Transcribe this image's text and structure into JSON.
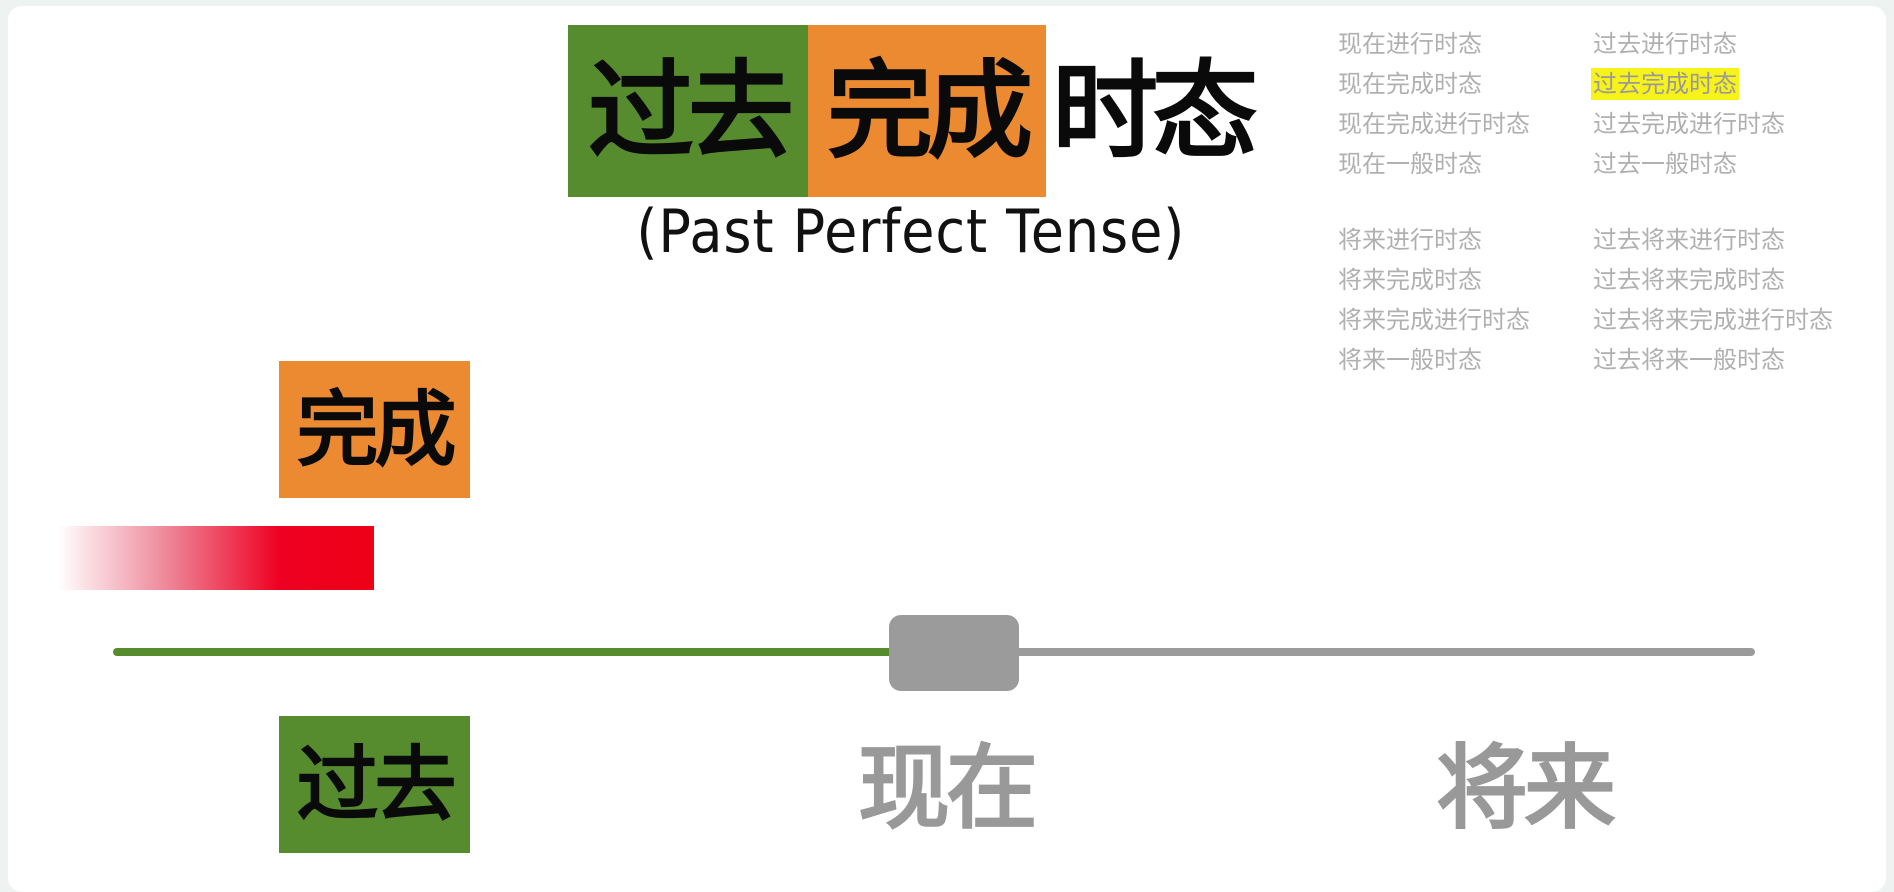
{
  "title": {
    "seg_past": "过去",
    "seg_perfect": "完成",
    "seg_rest": "时态",
    "subtitle": "(Past Perfect Tense)"
  },
  "tense_list": {
    "group1": [
      {
        "label": "现在进行时态",
        "active": false
      },
      {
        "label": "过去进行时态",
        "active": false
      },
      {
        "label": "现在完成时态",
        "active": false
      },
      {
        "label": "过去完成时态",
        "active": true
      },
      {
        "label": "现在完成进行时态",
        "active": false
      },
      {
        "label": "过去完成进行时态",
        "active": false
      },
      {
        "label": "现在一般时态",
        "active": false
      },
      {
        "label": "过去一般时态",
        "active": false
      }
    ],
    "group2": [
      {
        "label": "将来进行时态",
        "active": false
      },
      {
        "label": "过去将来进行时态",
        "active": false
      },
      {
        "label": "将来完成时态",
        "active": false
      },
      {
        "label": "过去将来完成时态",
        "active": false
      },
      {
        "label": "将来完成进行时态",
        "active": false
      },
      {
        "label": "过去将来完成进行时态",
        "active": false
      },
      {
        "label": "将来一般时态",
        "active": false
      },
      {
        "label": "过去将来一般时态",
        "active": false
      }
    ],
    "highlight_color": "#f7f21a"
  },
  "diagram": {
    "completion_label": "完成",
    "past_label": "过去",
    "now_label": "现在",
    "future_label": "将来"
  },
  "colors": {
    "green": "#568c2e",
    "orange": "#ec8a32",
    "red": "#ee0022",
    "gray": "#9b9b9b"
  }
}
